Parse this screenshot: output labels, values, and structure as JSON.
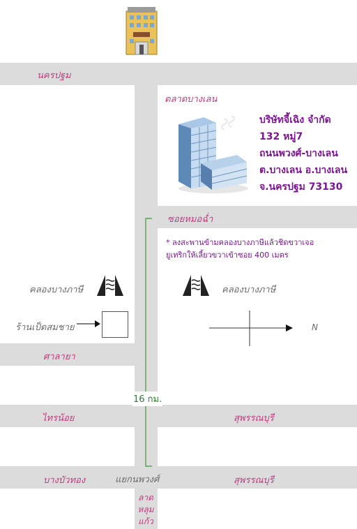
{
  "roads": {
    "top": "นครปฐม",
    "market": "ตลาดบางเลน",
    "soi": "ซอยหมอฉ่ำ",
    "sala": "ศาลายา",
    "sainoi_left": "ไทรน้อย",
    "suphan_1": "สุพรรณบุรี",
    "bangbuathong": "บางบัวทอง",
    "junction": "แยกนพวงศ์",
    "suphan_2": "สุพรรณบุรี",
    "ladlumkaew": [
      "ลาด",
      "หลุม",
      "แก้ว"
    ]
  },
  "company": {
    "name": "บริษัทจี้เฉิง จำกัด",
    "address1": "132 หมู่7",
    "address2": "ถนนพวงศ์-บางเลน",
    "address3": "ต.บางเลน อ.บางเลน",
    "address4": "จ.นครปฐม 73130"
  },
  "note": {
    "line1": "* ลงสะพานข้ามคลองบางภาษีแล้วชิดขวาเจอ",
    "line2": "ยูเทริกให้เลี้ยวขวาเข้าซอย 400 เมตร"
  },
  "landmarks": {
    "canal_left": "คลองบางภาษี",
    "canal_right": "คลองบางภาษี",
    "shop": "ร้านเป็ดสมชาย",
    "north": "N"
  },
  "route": {
    "distance": "16 กม."
  },
  "icons": [
    "school-building-icon",
    "office-building-icon",
    "bridge-icon",
    "arrow-right-icon",
    "compass-icon"
  ],
  "colors": {
    "road": "#dcdcdc",
    "label_pink": "#c2397e",
    "company_purple": "#7b1790",
    "route_green": "#2e7d2e"
  }
}
